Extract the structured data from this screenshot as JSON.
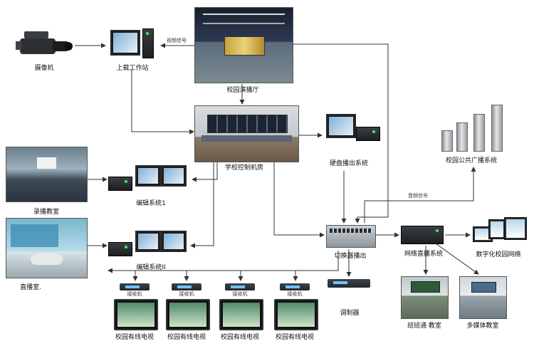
{
  "nodes": {
    "camera": "摄像机",
    "upload_station": "上载工作站",
    "studio": "校园演播厅",
    "control_room": "学校控制机房",
    "hdd_playout": "硬盘播出系统",
    "pa_system": "校园公共广播系统",
    "recording_classroom": "录播教室",
    "edit_system_1": "编辑系统1",
    "broadcast_room": "直播室.",
    "edit_system_2": "编辑系统II",
    "switcher_playout": "切换器播出",
    "network_live": "网络直播系统",
    "digital_campus": "数字化校园网络",
    "class_classroom": "班班通 教室",
    "multimedia_classroom": "多媒体教室",
    "modulator": "调制器",
    "cable_tv": [
      "校园有线电视",
      "校园有线电视",
      "校园有线电视",
      "校园有线电视"
    ],
    "tv_receiver_label": "接收机"
  },
  "edge_labels": {
    "video_signal": "视频信号",
    "audio_signal": "音频信号"
  },
  "colors": {
    "wire": "#333333",
    "background": "#ffffff"
  }
}
